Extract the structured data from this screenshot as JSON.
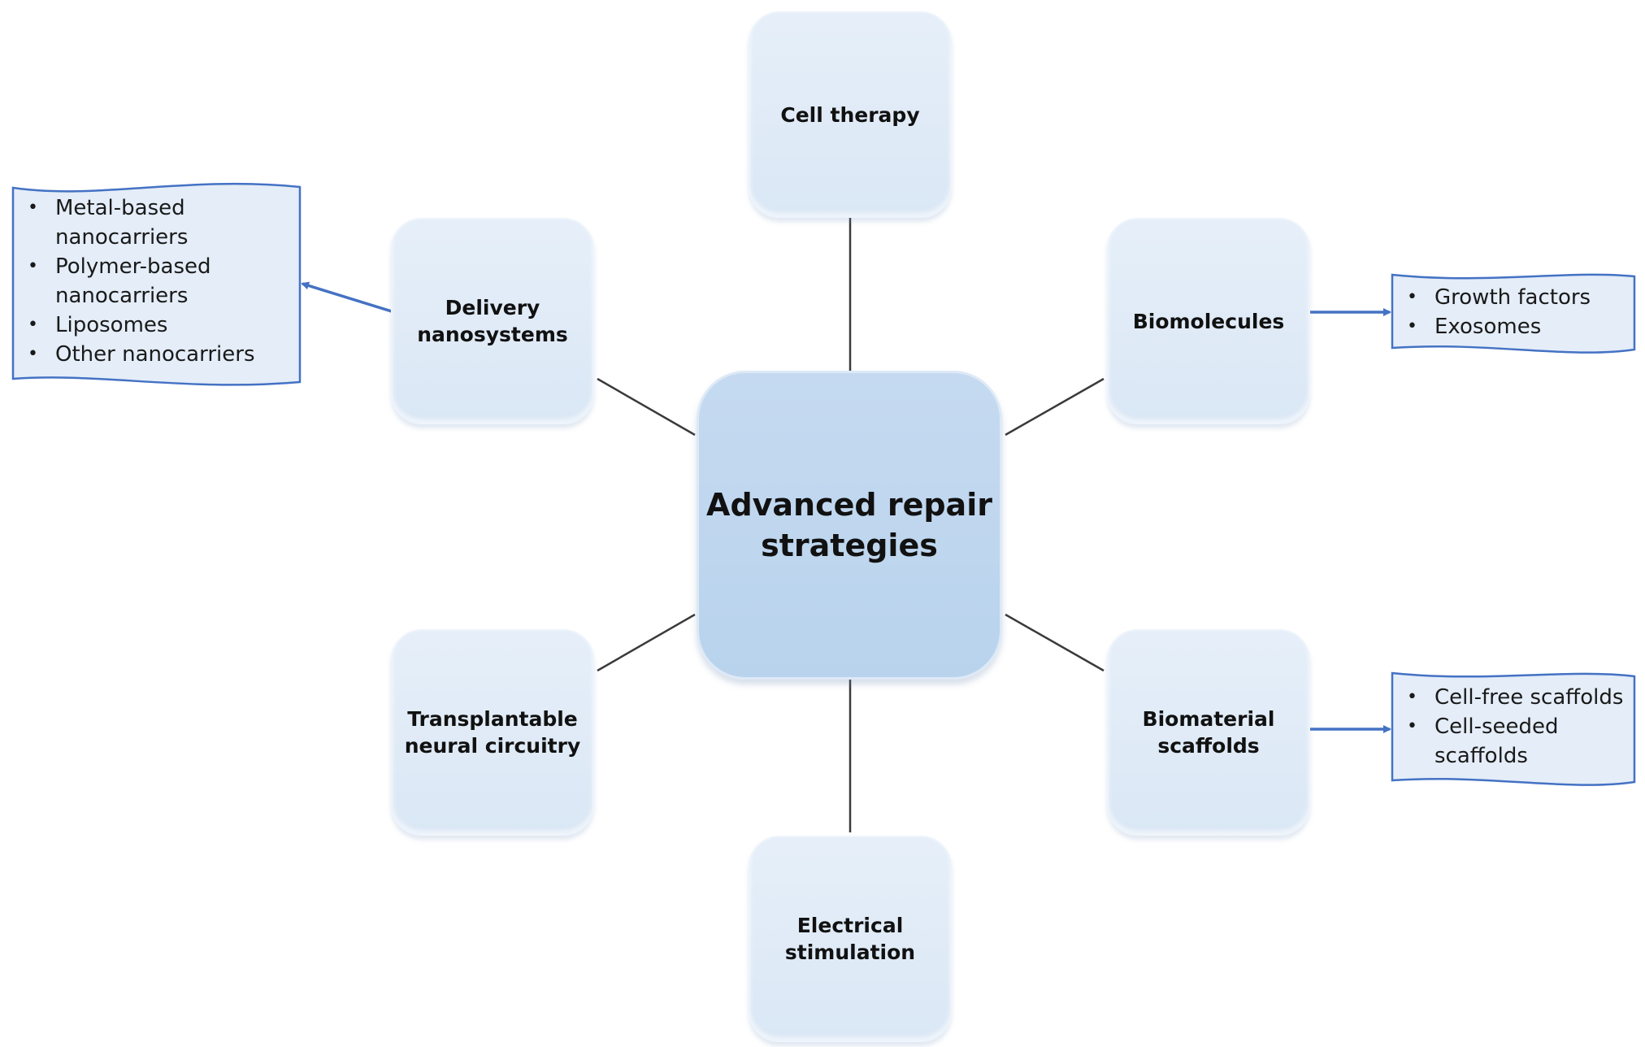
{
  "center": {
    "label": "Advanced repair\nstrategies"
  },
  "nodes": {
    "cell_therapy": "Cell therapy",
    "delivery_nanosystems": "Delivery\nnanosystems",
    "biomolecules": "Biomolecules",
    "transplantable_neural_circuitry": "Transplantable\nneural circuitry",
    "biomaterial_scaffolds": "Biomaterial\nscaffolds",
    "electrical_stimulation": "Electrical\nstimulation"
  },
  "callouts": {
    "delivery_nanosystems": [
      "Metal-based nanocarriers",
      "Polymer-based nanocarriers",
      "Liposomes",
      "Other nanocarriers"
    ],
    "biomolecules": [
      "Growth factors",
      "Exosomes"
    ],
    "biomaterial_scaffolds": [
      "Cell-free scaffolds",
      "Cell-seeded scaffolds"
    ]
  },
  "colors": {
    "node_fill": "#dde9f6",
    "center_fill": "#bcd5ee",
    "callout_border": "#4472c4",
    "arrow": "#4472c4",
    "connector": "#3a3a3a"
  }
}
